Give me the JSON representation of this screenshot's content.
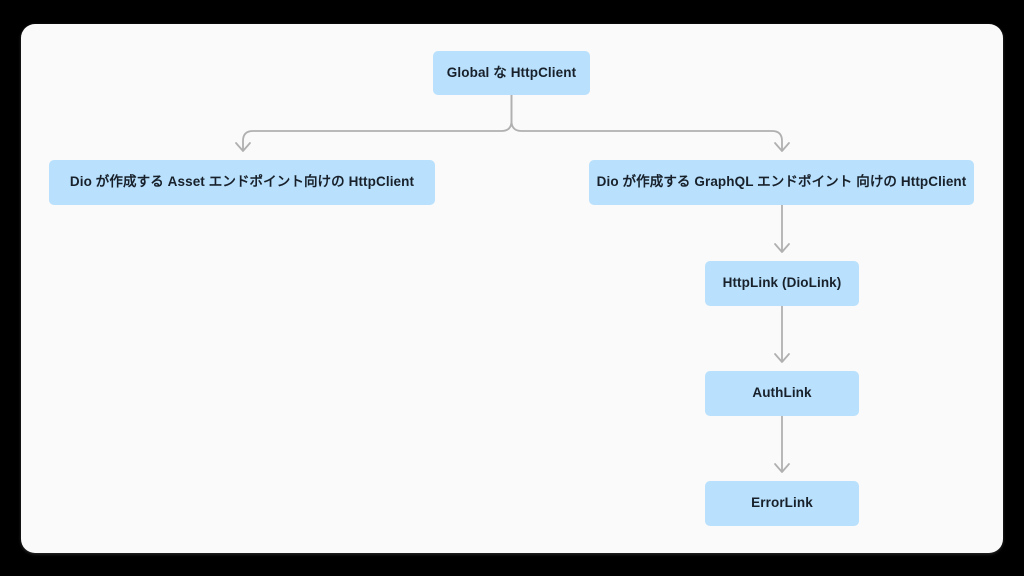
{
  "diagram": {
    "title": "HttpClient / Link composition diagram",
    "background_color": "#000000",
    "canvas_color": "#fafafa",
    "node_color": "#b9e0fc",
    "node_text_color": "#18212b",
    "edge_color": "#b0b0b0",
    "nodes": [
      {
        "id": "root",
        "label": "Global な HttpClient"
      },
      {
        "id": "asset",
        "label": "Dio が作成する Asset エンドポイント向けの HttpClient"
      },
      {
        "id": "graphql",
        "label": "Dio が作成する GraphQL エンドポイント 向けの HttpClient"
      },
      {
        "id": "httplink",
        "label": "HttpLink (DioLink)"
      },
      {
        "id": "authlink",
        "label": "AuthLink"
      },
      {
        "id": "errorlink",
        "label": "ErrorLink"
      }
    ],
    "edges": [
      {
        "from": "root",
        "to": "asset",
        "style": "elbow-arrow"
      },
      {
        "from": "root",
        "to": "graphql",
        "style": "elbow-arrow"
      },
      {
        "from": "graphql",
        "to": "httplink",
        "style": "straight-arrow"
      },
      {
        "from": "httplink",
        "to": "authlink",
        "style": "straight-arrow"
      },
      {
        "from": "authlink",
        "to": "errorlink",
        "style": "straight-arrow"
      }
    ]
  }
}
